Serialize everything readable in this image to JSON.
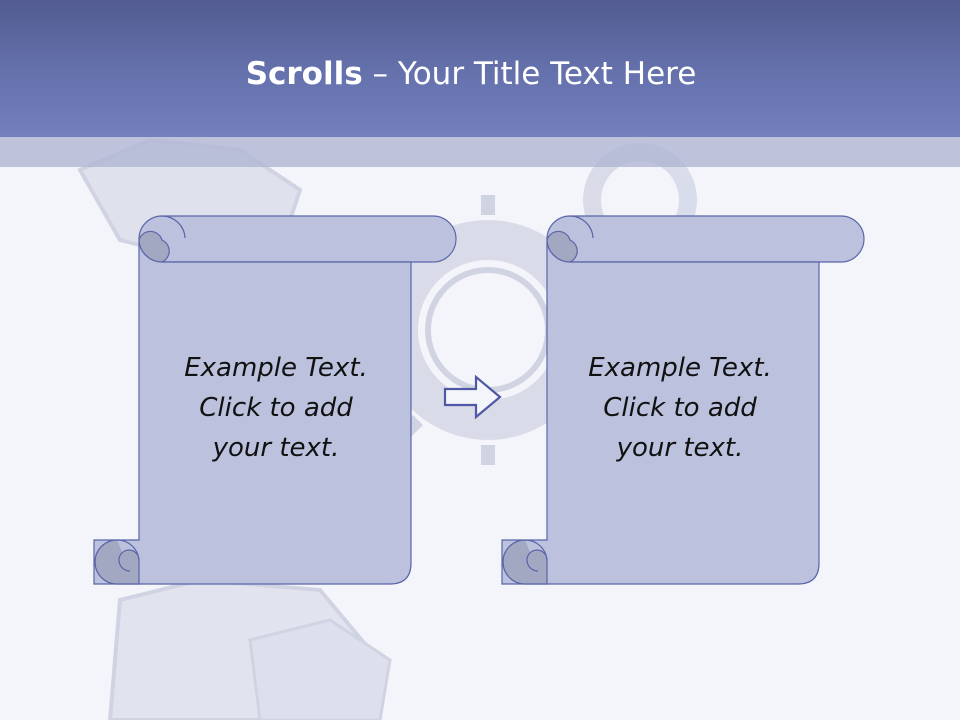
{
  "slide": {
    "title_bold": "Scrolls",
    "title_rest": " – Your Title Text Here"
  },
  "scrolls": [
    {
      "lines": [
        "Example Text.",
        "Click  to add",
        "your text."
      ]
    },
    {
      "lines": [
        "Example Text.",
        "Click  to add",
        "your text."
      ]
    }
  ],
  "colors": {
    "title_bar": "#6672ad",
    "scroll_fill": "#bcc1dd",
    "scroll_curl": "#9ea3bf",
    "scroll_stroke": "#5a65a8",
    "arrow": "#4e58a4"
  },
  "icons": {
    "arrow": "right-arrow-icon",
    "background": "robot-gears-illustration"
  }
}
